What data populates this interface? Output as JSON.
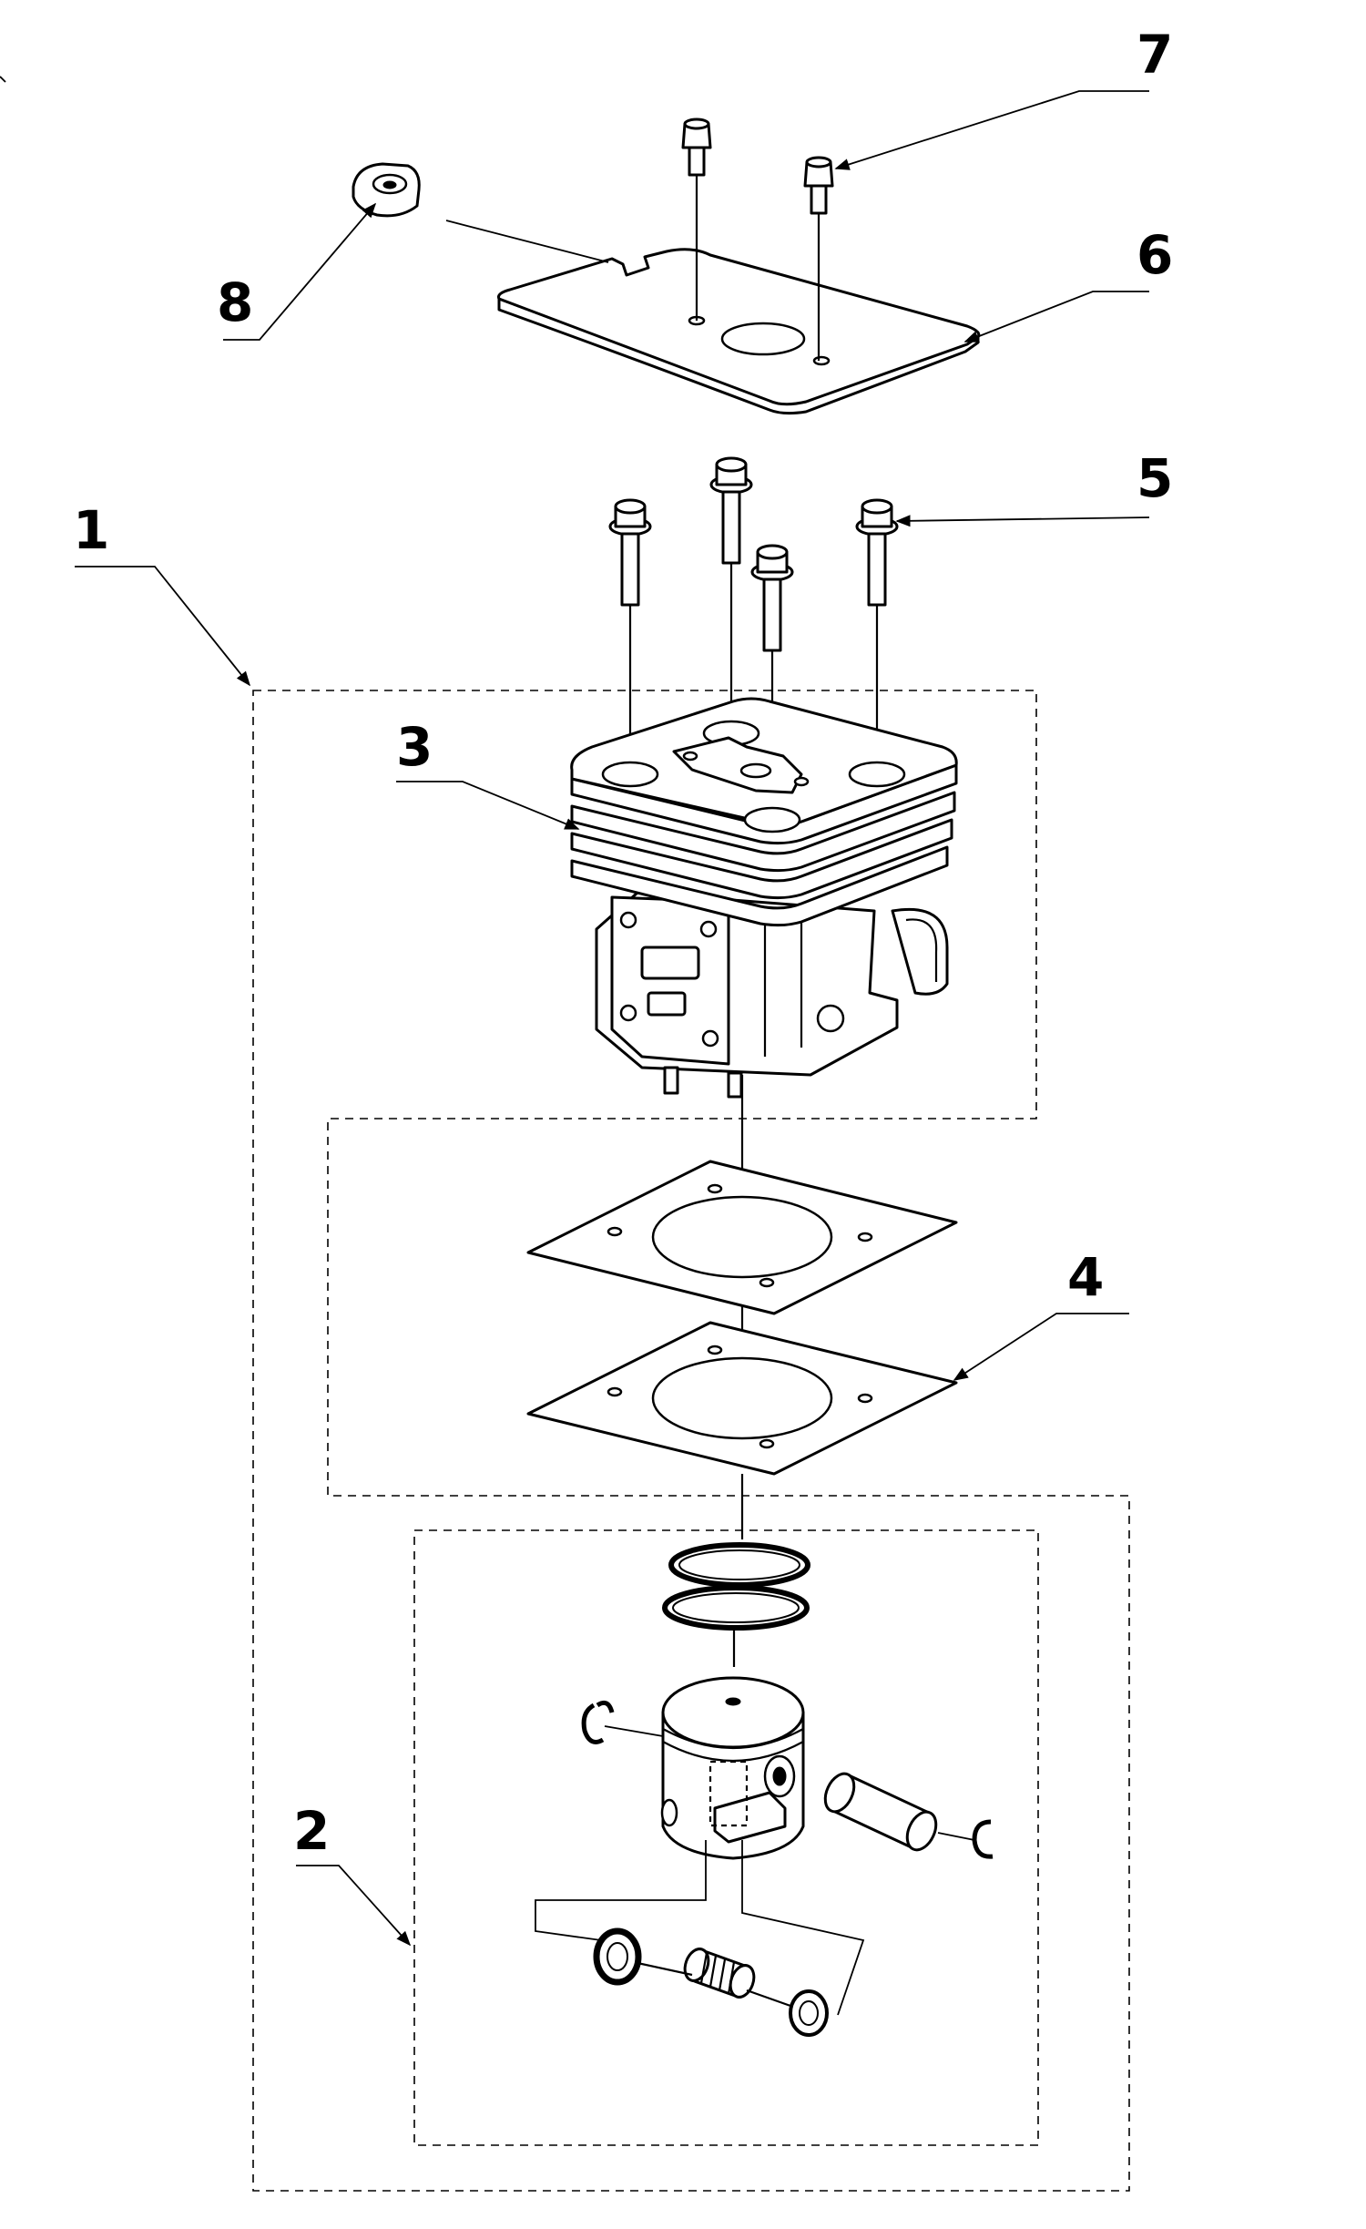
{
  "colors": {
    "ink": "#000000",
    "paper": "#ffffff"
  },
  "callouts": [
    {
      "id": "1",
      "label": "1"
    },
    {
      "id": "2",
      "label": "2"
    },
    {
      "id": "3",
      "label": "3"
    },
    {
      "id": "4",
      "label": "4"
    },
    {
      "id": "5",
      "label": "5"
    },
    {
      "id": "6",
      "label": "6"
    },
    {
      "id": "7",
      "label": "7"
    },
    {
      "id": "8",
      "label": "8"
    }
  ]
}
